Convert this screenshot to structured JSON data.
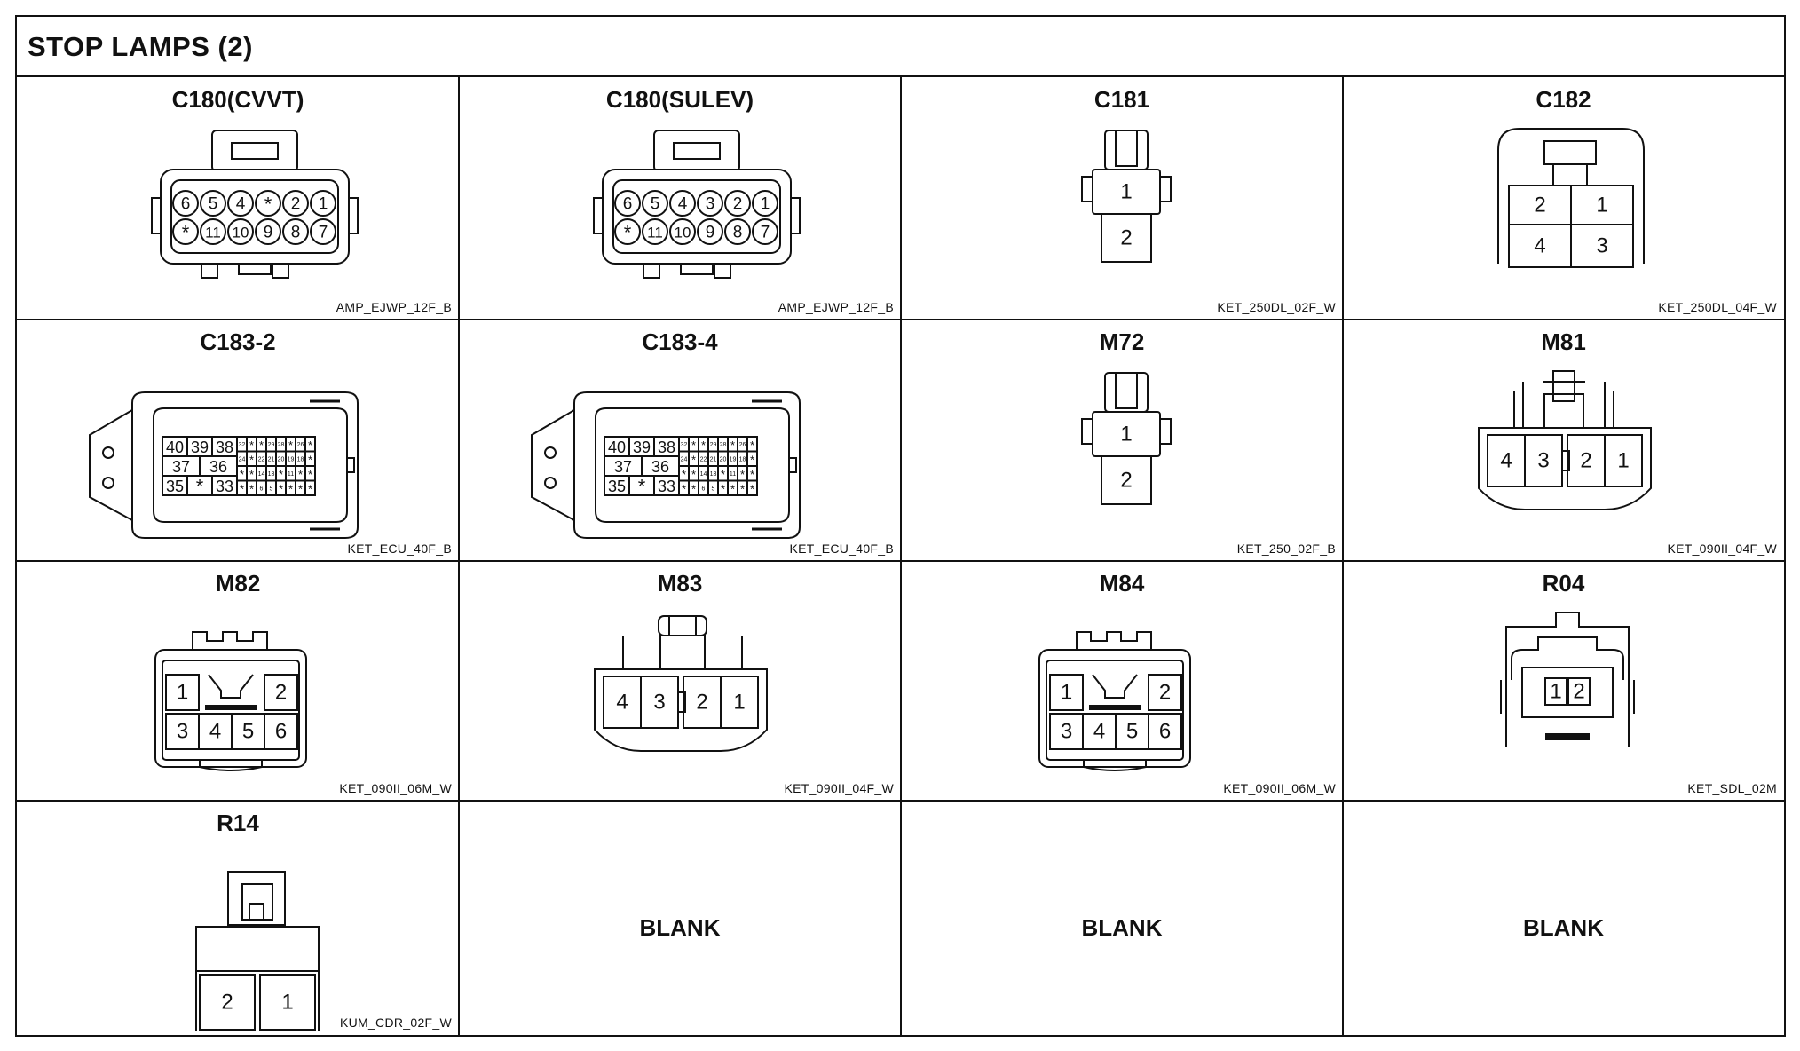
{
  "page": {
    "title": "STOP LAMPS (2)"
  },
  "connectors": [
    {
      "id": "C180(CVVT)",
      "code": "AMP_EJWP_12F_B",
      "shape": "amp12",
      "pins_top": [
        "6",
        "5",
        "4",
        "*",
        "2",
        "1"
      ],
      "pins_bottom": [
        "*",
        "11",
        "10",
        "9",
        "8",
        "7"
      ]
    },
    {
      "id": "C180(SULEV)",
      "code": "AMP_EJWP_12F_B",
      "shape": "amp12",
      "pins_top": [
        "6",
        "5",
        "4",
        "3",
        "2",
        "1"
      ],
      "pins_bottom": [
        "*",
        "11",
        "10",
        "9",
        "8",
        "7"
      ]
    },
    {
      "id": "C181",
      "code": "KET_250DL_02F_W",
      "shape": "two_stack",
      "pins": [
        "1",
        "2"
      ]
    },
    {
      "id": "C182",
      "code": "KET_250DL_04F_W",
      "shape": "quad",
      "pins": [
        "2",
        "1",
        "4",
        "3"
      ]
    },
    {
      "id": "C183-2",
      "code": "KET_ECU_40F_B",
      "shape": "ecu40",
      "rows": [
        [
          "40",
          "39",
          "38"
        ],
        [
          "37",
          "36"
        ],
        [
          "35",
          "*",
          "33"
        ]
      ],
      "mini_rows": [
        [
          "32",
          "*",
          "*",
          "29",
          "28",
          "*",
          "26",
          "*"
        ],
        [
          "24",
          "*",
          "22",
          "21",
          "20",
          "19",
          "18",
          "*"
        ],
        [
          "*",
          "*",
          "14",
          "13",
          "*",
          "11",
          "*",
          "*"
        ],
        [
          "*",
          "*",
          "6",
          "5",
          "*",
          "*",
          "*",
          "*"
        ]
      ]
    },
    {
      "id": "C183-4",
      "code": "KET_ECU_40F_B",
      "shape": "ecu40",
      "rows": [
        [
          "40",
          "39",
          "38"
        ],
        [
          "37",
          "36"
        ],
        [
          "35",
          "*",
          "33"
        ]
      ],
      "mini_rows": [
        [
          "32",
          "*",
          "*",
          "29",
          "28",
          "*",
          "26",
          "*"
        ],
        [
          "24",
          "*",
          "22",
          "21",
          "20",
          "19",
          "18",
          "*"
        ],
        [
          "*",
          "*",
          "14",
          "13",
          "*",
          "11",
          "*",
          "*"
        ],
        [
          "*",
          "*",
          "6",
          "5",
          "*",
          "*",
          "*",
          "*"
        ]
      ]
    },
    {
      "id": "M72",
      "code": "KET_250_02F_B",
      "shape": "two_stack",
      "pins": [
        "1",
        "2"
      ]
    },
    {
      "id": "M81",
      "code": "KET_090II_04F_W",
      "shape": "four_row",
      "pins": [
        "4",
        "3",
        "2",
        "1"
      ]
    },
    {
      "id": "M82",
      "code": "KET_090II_06M_W",
      "shape": "six_box",
      "pins_top": [
        "1",
        "2"
      ],
      "pins_bottom": [
        "3",
        "4",
        "5",
        "6"
      ]
    },
    {
      "id": "M83",
      "code": "KET_090II_04F_W",
      "shape": "four_row_tab",
      "pins": [
        "4",
        "3",
        "2",
        "1"
      ]
    },
    {
      "id": "M84",
      "code": "KET_090II_06M_W",
      "shape": "six_box",
      "pins_top": [
        "1",
        "2"
      ],
      "pins_bottom": [
        "3",
        "4",
        "5",
        "6"
      ]
    },
    {
      "id": "R04",
      "code": "KET_SDL_02M",
      "shape": "sdl2",
      "pins": [
        "1",
        "2"
      ]
    },
    {
      "id": "R14",
      "code": "KUM_CDR_02F_W",
      "shape": "cdr2",
      "pins": [
        "2",
        "1"
      ]
    }
  ],
  "blanks": [
    "BLANK",
    "BLANK",
    "BLANK"
  ]
}
